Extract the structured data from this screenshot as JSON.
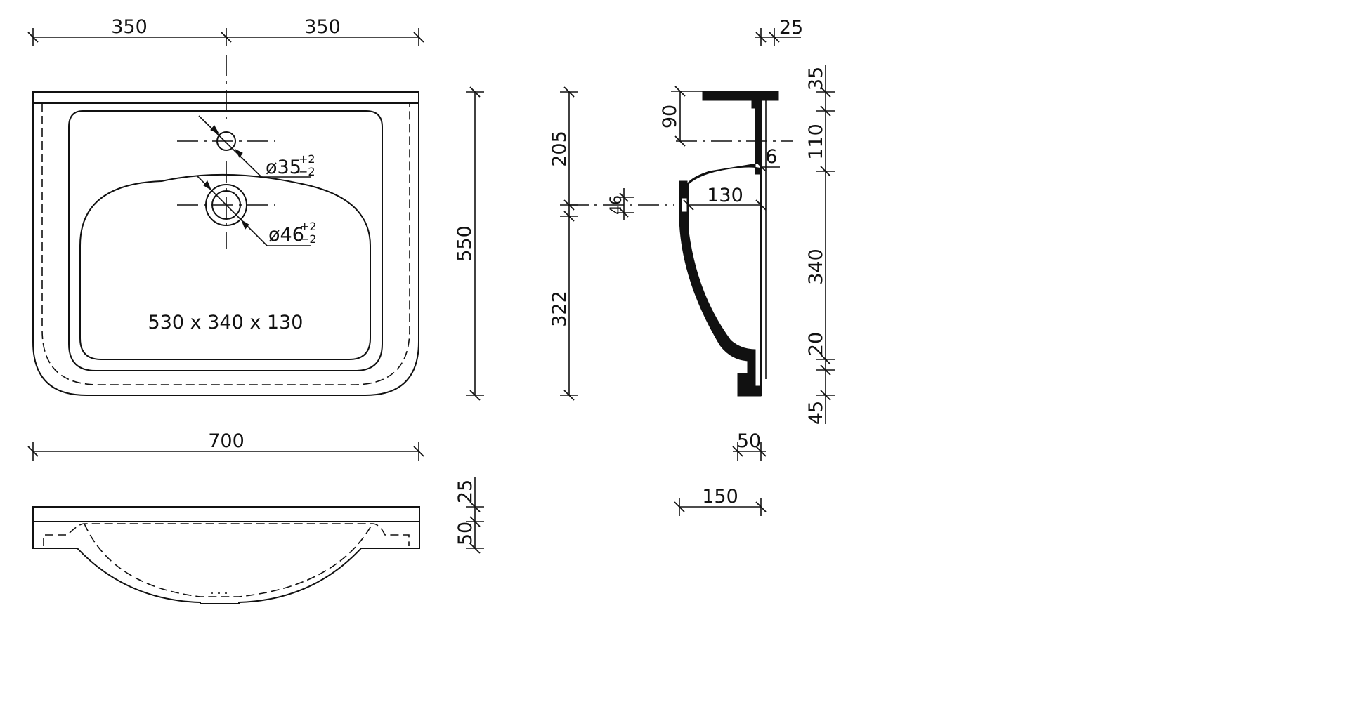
{
  "dimensions": {
    "top_left_width": "350",
    "top_right_width": "350",
    "overall_width": "700",
    "overall_depth": "550",
    "basin_size": "530 x 340 x 130",
    "hole_small": "ø35",
    "hole_large": "ø46",
    "tol_plus": "+2",
    "tol_minus": "−2",
    "side_205": "205",
    "side_322": "322",
    "side_90": "90",
    "side_46": "46",
    "side_130": "130",
    "side_6": "6",
    "side_25_top": "25",
    "right_35": "35",
    "right_110": "110",
    "right_340": "340",
    "right_20": "20",
    "right_45": "45",
    "bottom_50": "50",
    "bottom_150": "150",
    "front_25": "25",
    "front_50": "50"
  }
}
